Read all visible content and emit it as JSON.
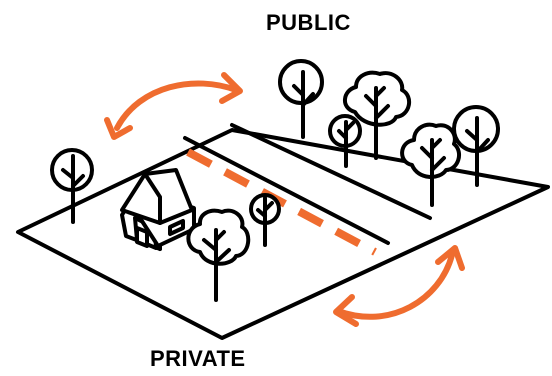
{
  "labels": {
    "public": "PUBLIC",
    "private": "PRIVATE"
  },
  "colors": {
    "line": "#000000",
    "accent": "#ef6c2f",
    "fill": "#ffffff"
  },
  "icons": [
    "house-icon",
    "tree-icon",
    "exchange-arrow-icon",
    "property-line"
  ]
}
